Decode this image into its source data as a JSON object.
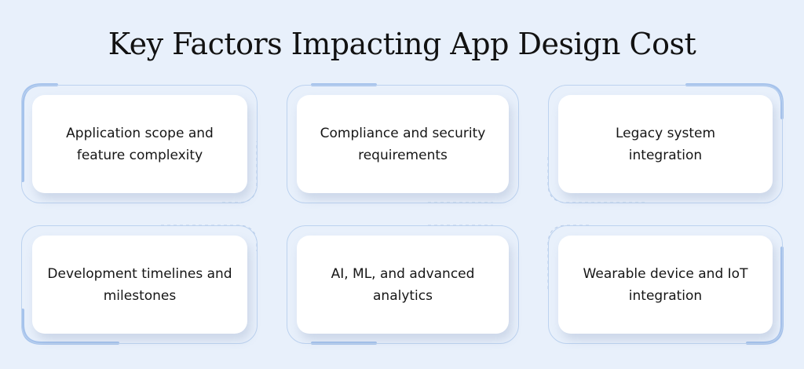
{
  "title": "Key Factors Impacting App Design Cost",
  "colors": {
    "background": "#e8f0fb",
    "frame_border": "#bcd2ef",
    "accent": "#a6c3ec",
    "card": "#ffffff",
    "text": "#161616"
  },
  "factors": [
    {
      "label": "Application scope and feature complexity"
    },
    {
      "label": "Compliance and security requirements"
    },
    {
      "label": "Legacy system integration"
    },
    {
      "label": "Development timelines and milestones"
    },
    {
      "label": "AI, ML, and advanced analytics"
    },
    {
      "label": "Wearable device and IoT integration"
    }
  ]
}
